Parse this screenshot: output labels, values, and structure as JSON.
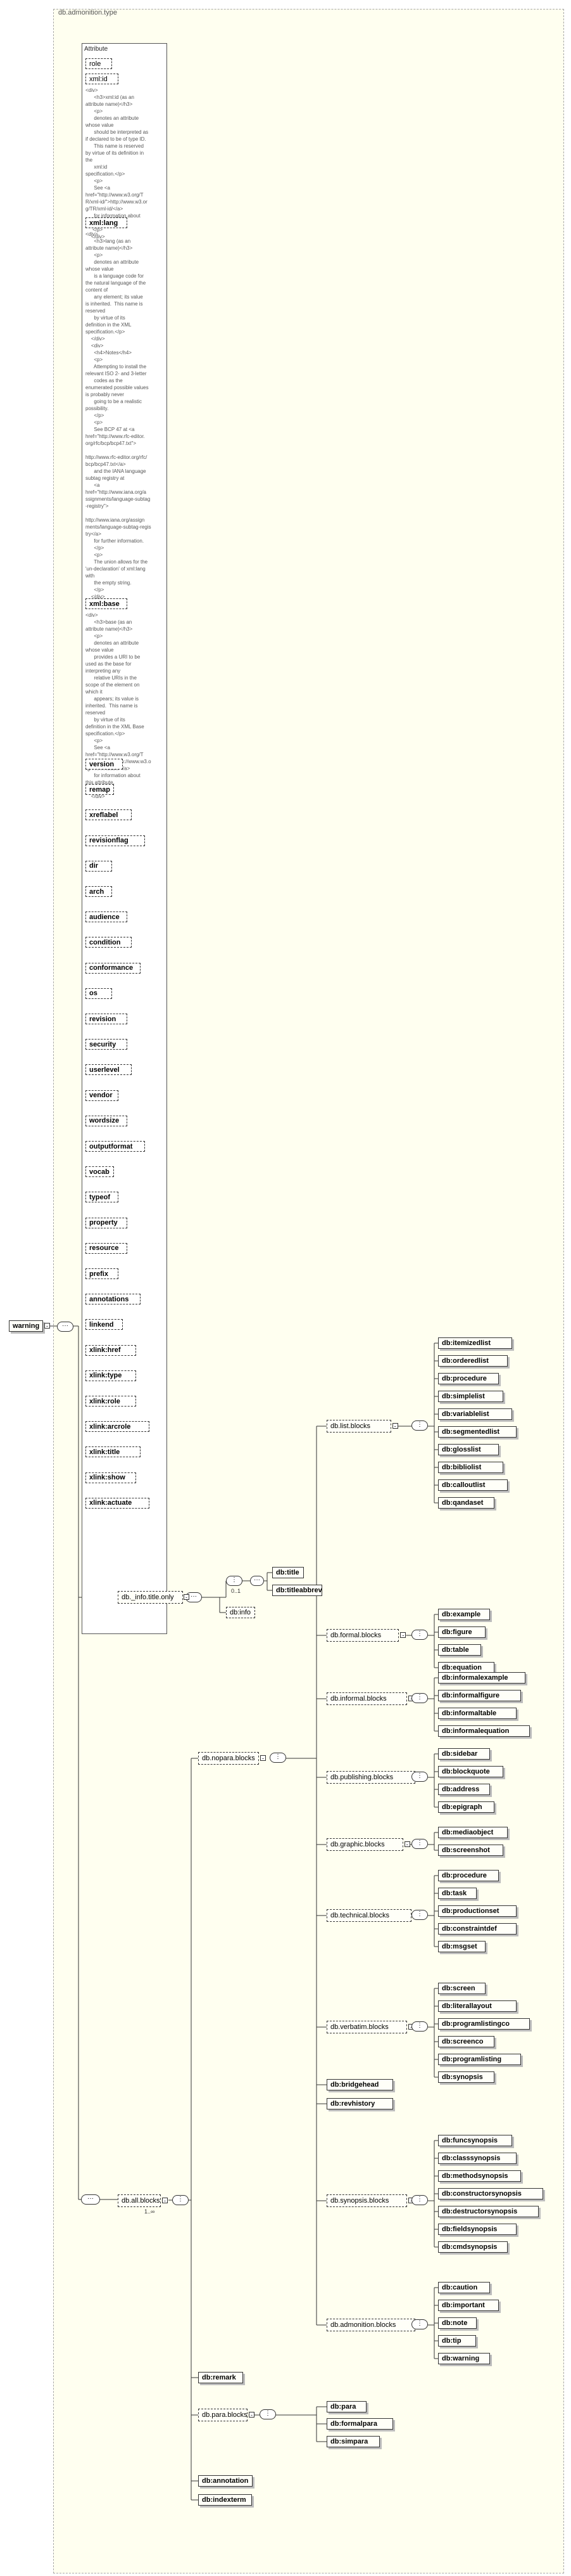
{
  "type_name": "db.admonition.type",
  "root_element": "warning",
  "attributes_header": "Attribute",
  "attributes": [
    "role",
    "xml:id",
    "xml:lang",
    "xml:base",
    "version",
    "remap",
    "xreflabel",
    "revisionflag",
    "dir",
    "arch",
    "audience",
    "condition",
    "conformance",
    "os",
    "revision",
    "security",
    "userlevel",
    "vendor",
    "wordsize",
    "outputformat",
    "vocab",
    "typeof",
    "property",
    "resource",
    "prefix",
    "annotations",
    "linkend",
    "xlink:href",
    "xlink:type",
    "xlink:role",
    "xlink:arcrole",
    "xlink:title",
    "xlink:show",
    "xlink:actuate"
  ],
  "attribute_docs": {
    "xmlid": "<div>\n      <h3>xml:id (as an\nattribute name)</h3>\n      <p>\n      denotes an attribute\nwhose value\n      should be interpreted as\nif declared to be of type ID.\n      This name is reserved\nby virtue of its definition in\nthe\n      xml:id\nspecification.</p>\n      <p>\n      See <a\nhref=\"http://www.w3.org/T\nR/xml-id/\">http://www.w3.or\ng/TR/xml-id/</a>\n      for information about\nthe attribute.\n     </p>\n    </div>",
    "xmllang": "<div>\n      <h3>lang (as an\nattribute name)</h3>\n      <p>\n      denotes an attribute\nwhose value\n      is a language code for\nthe natural language of the\ncontent of\n      any element; its value\nis inherited.  This name is\nreserved\n      by virtue of its\ndefinition in the XML\nspecification.</p>\n    </div>\n    <div>\n      <h4>Notes</h4>\n      <p>\n      Attempting to install the\nrelevant ISO 2- and 3-letter\n      codes as the\nenumerated possible values\nis probably never\n      going to be a realistic\npossibility.\n      </p>\n      <p>\n      See BCP 47 at <a\nhref=\"http://www.rfc-editor.\norg/rfc/bcp/bcp47.txt\">\n\nhttp://www.rfc-editor.org/rfc/\nbcp/bcp47.txt</a>\n      and the IANA language\nsubtag registry at\n      <a\nhref=\"http://www.iana.org/a\nssignments/language-subtag\n-registry\">\n\nhttp://www.iana.org/assign\nments/language-subtag-regis\ntry</a>\n      for further information.\n      </p>\n      <p>\n      The union allows for the\n'un-declaration' of xml:lang\nwith\n      the empty string.\n      </p>\n    </div>",
    "xmlbase": "<div>\n      <h3>base (as an\nattribute name)</h3>\n      <p>\n      denotes an attribute\nwhose value\n      provides a URI to be\nused as the base for\ninterpreting any\n      relative URIs in the\nscope of the element on\nwhich it\n      appears; its value is\ninherited.  This name is\nreserved\n      by virtue of its\ndefinition in the XML Base\nspecification.</p>\n      <p>\n      See <a\nhref=\"http://www.w3.org/T\nR/xmlbase/\">http://www.w3.o\nrg/TR/xmlbase/</a>\n      for information about\nthis attribute.\n     </p>\n    </div>"
  },
  "info_group": {
    "name": "db._info.title.only",
    "choice_occurs": "0..1",
    "title_children": [
      "db:title",
      "db:titleabbrev"
    ],
    "info_child": "db:info"
  },
  "all_blocks": {
    "name": "db.all.blocks",
    "occurs": "1..∞",
    "nopara": {
      "name": "db.nopara.blocks",
      "groups": [
        {
          "name": "db.list.blocks",
          "items": [
            "db:itemizedlist",
            "db:orderedlist",
            "db:procedure",
            "db:simplelist",
            "db:variablelist",
            "db:segmentedlist",
            "db:glosslist",
            "db:bibliolist",
            "db:calloutlist",
            "db:qandaset"
          ]
        },
        {
          "name": "db.formal.blocks",
          "items": [
            "db:example",
            "db:figure",
            "db:table",
            "db:equation"
          ]
        },
        {
          "name": "db.informal.blocks",
          "items": [
            "db:informalexample",
            "db:informalfigure",
            "db:informaltable",
            "db:informalequation"
          ]
        },
        {
          "name": "db.publishing.blocks",
          "items": [
            "db:sidebar",
            "db:blockquote",
            "db:address",
            "db:epigraph"
          ]
        },
        {
          "name": "db.graphic.blocks",
          "items": [
            "db:mediaobject",
            "db:screenshot"
          ]
        },
        {
          "name": "db.technical.blocks",
          "items": [
            "db:procedure",
            "db:task",
            "db:productionset",
            "db:constraintdef",
            "db:msgset"
          ]
        },
        {
          "name": "db.verbatim.blocks",
          "items": [
            "db:screen",
            "db:literallayout",
            "db:programlistingco",
            "db:screenco",
            "db:programlisting",
            "db:synopsis"
          ]
        }
      ],
      "singles": [
        "db:bridgehead",
        "db:revhistory"
      ],
      "groups2": [
        {
          "name": "db.synopsis.blocks",
          "items": [
            "db:funcsynopsis",
            "db:classsynopsis",
            "db:methodsynopsis",
            "db:constructorsynopsis",
            "db:destructorsynopsis",
            "db:fieldsynopsis",
            "db:cmdsynopsis"
          ]
        },
        {
          "name": "db.admonition.blocks",
          "items": [
            "db:caution",
            "db:important",
            "db:note",
            "db:tip",
            "db:warning"
          ]
        }
      ]
    },
    "remark": "db:remark",
    "para": {
      "name": "db.para.blocks",
      "items": [
        "db:para",
        "db:formalpara",
        "db:simpara"
      ]
    },
    "annotation": "db:annotation",
    "indexterm": "db:indexterm"
  }
}
